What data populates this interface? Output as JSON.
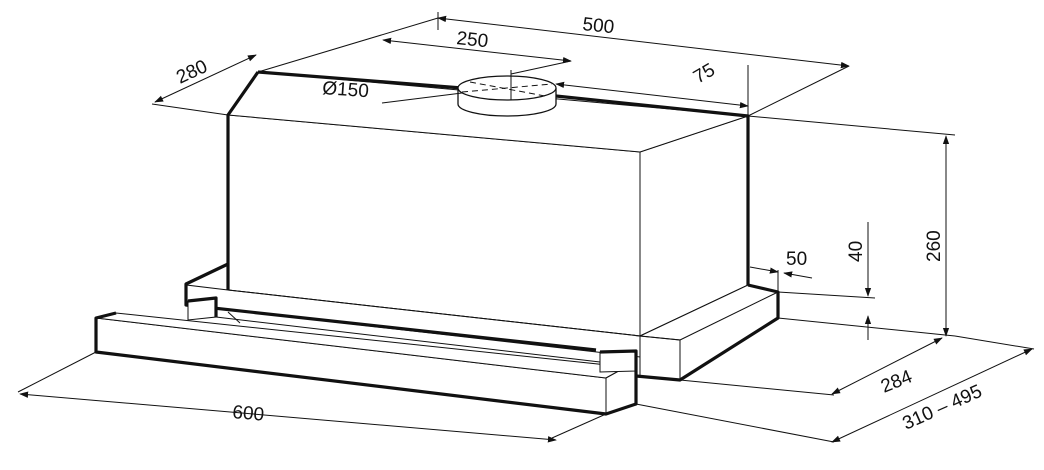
{
  "drawing": {
    "colors": {
      "line": "#111111",
      "background": "#ffffff"
    },
    "dimensions": {
      "d500": "500",
      "d250": "250",
      "d280": "280",
      "d75": "75",
      "d150": "Ø150",
      "d260": "260",
      "d40": "40",
      "d50": "50",
      "d600": "600",
      "d284": "284",
      "d310": "310 – 495"
    }
  }
}
